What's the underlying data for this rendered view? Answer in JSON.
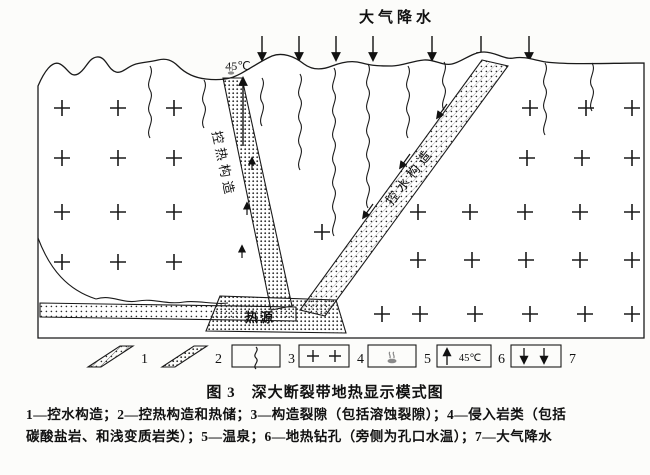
{
  "figure": {
    "precipitation": "大气降水",
    "borehole_temp": "45℃",
    "heat_structure": "控热构造",
    "water_structure": "控水构造",
    "heat_source": "热源"
  },
  "legend": {
    "nums": [
      "1",
      "2",
      "3",
      "4",
      "5",
      "6",
      "7"
    ],
    "item6_temp": "45℃"
  },
  "caption": {
    "title": "图 3　深大断裂带地热显示模式图",
    "desc1": "1—控水构造；2—控热构造和热储；3—构造裂隙（包括溶蚀裂隙）；4—侵入岩类（包括",
    "desc2": "碳酸盐岩、和浅变质岩类）；5—温泉；6—地热钻孔（旁侧为孔口水温）；7—大气降水"
  }
}
